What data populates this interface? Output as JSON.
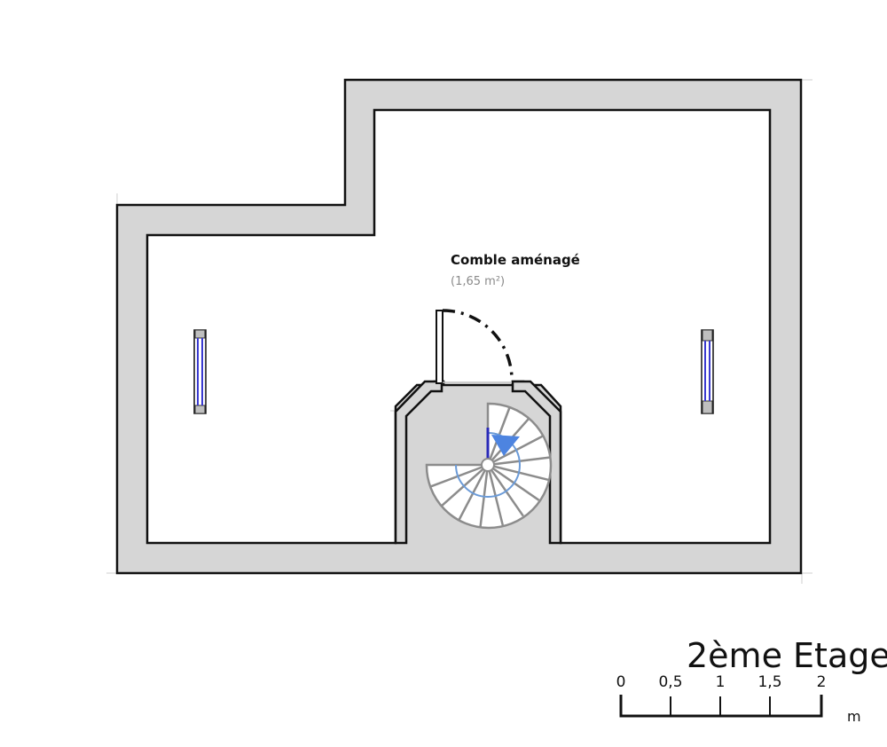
{
  "plan": {
    "room": {
      "name": "Comble aménagé",
      "area": "(1,65 m²)"
    },
    "floor_title": "2ème Etage",
    "scale": {
      "ticks": [
        "0",
        "0,5",
        "1",
        "1,5",
        "2"
      ],
      "unit": "m"
    },
    "colors": {
      "wall_fill": "#d6d6d6",
      "wall_stroke": "#111111",
      "window": "#3a3ad0",
      "stair": "#8c8c8c",
      "stair_path": "#6b9bd8",
      "stair_arrow": "#4d84e0"
    }
  }
}
